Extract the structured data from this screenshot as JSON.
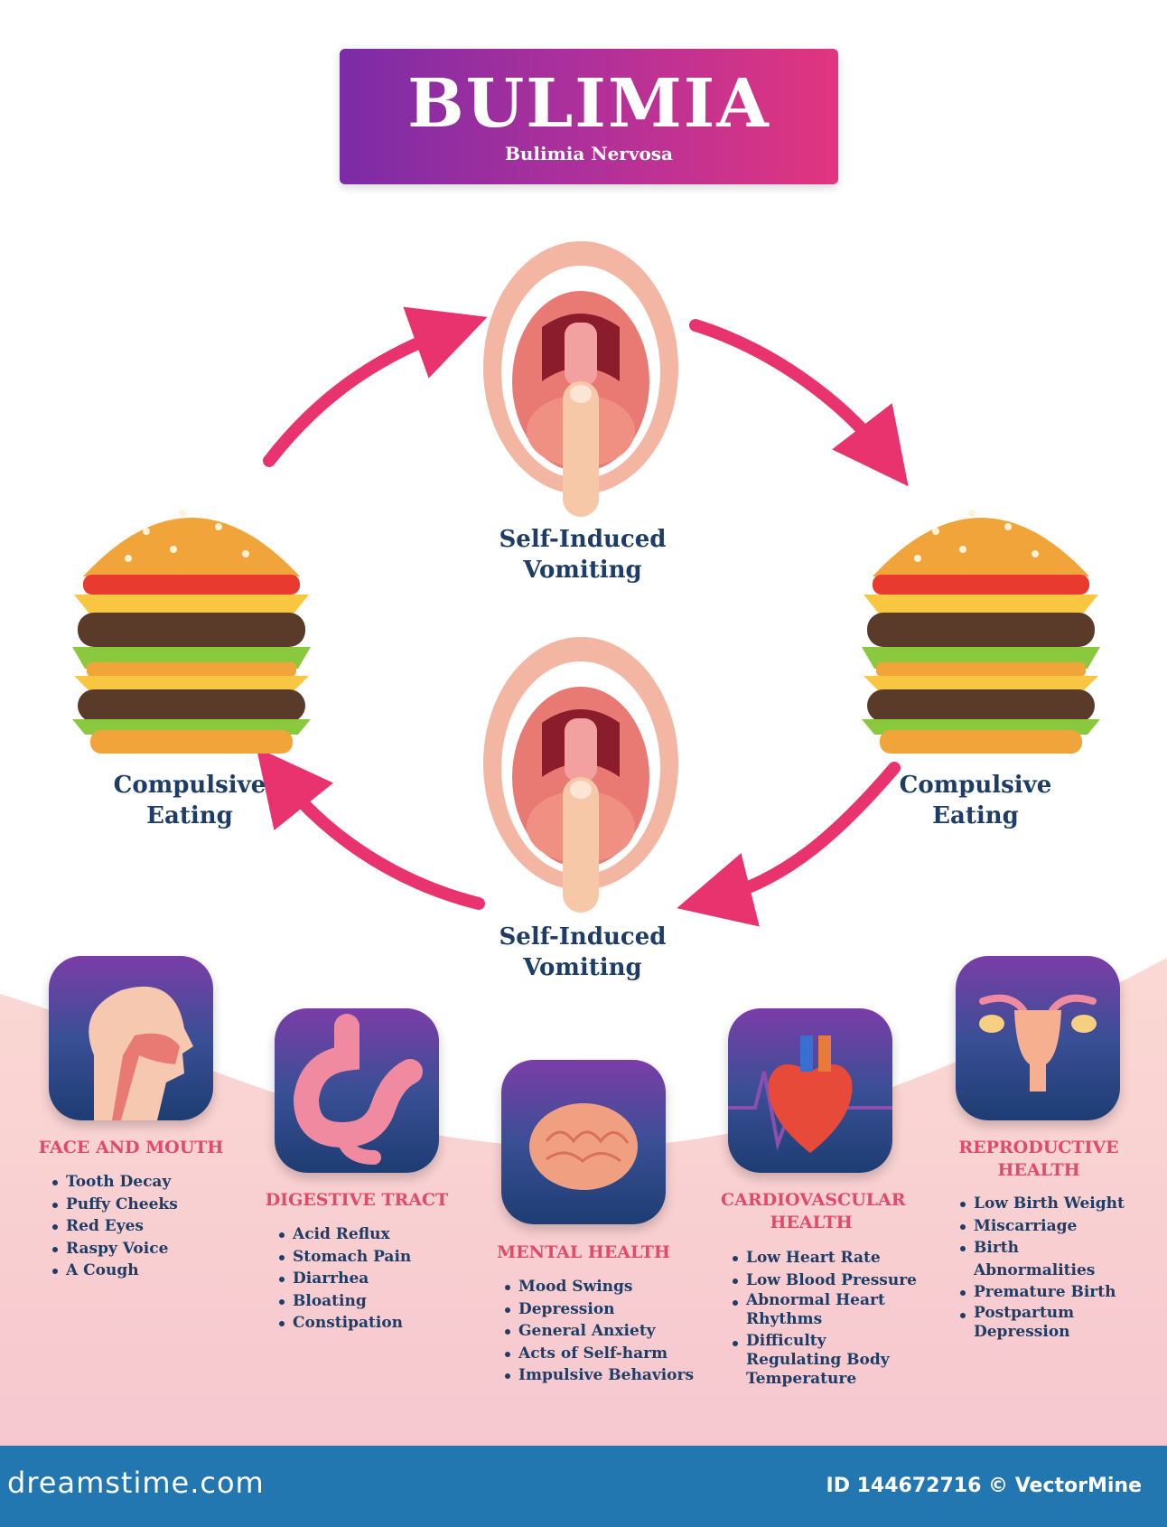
{
  "header": {
    "title": "BULIMIA",
    "subtitle": "Bulimia Nervosa"
  },
  "cycle": {
    "top_label": "Self-Induced Vomiting",
    "bottom_label": "Self-Induced Vomiting",
    "left_label": "Compulsive Eating",
    "right_label": "Compulsive Eating"
  },
  "categories": [
    {
      "title": "FACE AND MOUTH",
      "icon": "head-icon",
      "items": [
        "Tooth Decay",
        "Puffy Cheeks",
        "Red Eyes",
        "Raspy Voice",
        "A Cough"
      ]
    },
    {
      "title": "DIGESTIVE TRACT",
      "icon": "stomach-icon",
      "items": [
        "Acid Reflux",
        "Stomach Pain",
        "Diarrhea",
        "Bloating",
        "Constipation"
      ]
    },
    {
      "title": "MENTAL HEALTH",
      "icon": "brain-icon",
      "items": [
        "Mood Swings",
        "Depression",
        "General Anxiety",
        "Acts of Self-harm",
        "Impulsive Behaviors"
      ]
    },
    {
      "title": "CARDIOVASCULAR HEALTH",
      "icon": "heart-icon",
      "items": [
        "Low Heart Rate",
        "Low Blood Pressure",
        "Abnormal Heart Rhythms",
        "Difficulty Regulating Body Temperature"
      ]
    },
    {
      "title": "REPRODUCTIVE HEALTH",
      "icon": "uterus-icon",
      "items": [
        "Low Birth Weight",
        "Miscarriage",
        "Birth Abnormalities",
        "Premature Birth",
        "Postpartum Depression"
      ]
    }
  ],
  "footer": {
    "brand": "dreamstime.com",
    "id_text": "ID 144672716 © VectorMine"
  },
  "colors": {
    "arrow": "#e8336f",
    "label": "#1e3d66",
    "category_title": "#e24a6a",
    "footer": "#2277b0"
  }
}
